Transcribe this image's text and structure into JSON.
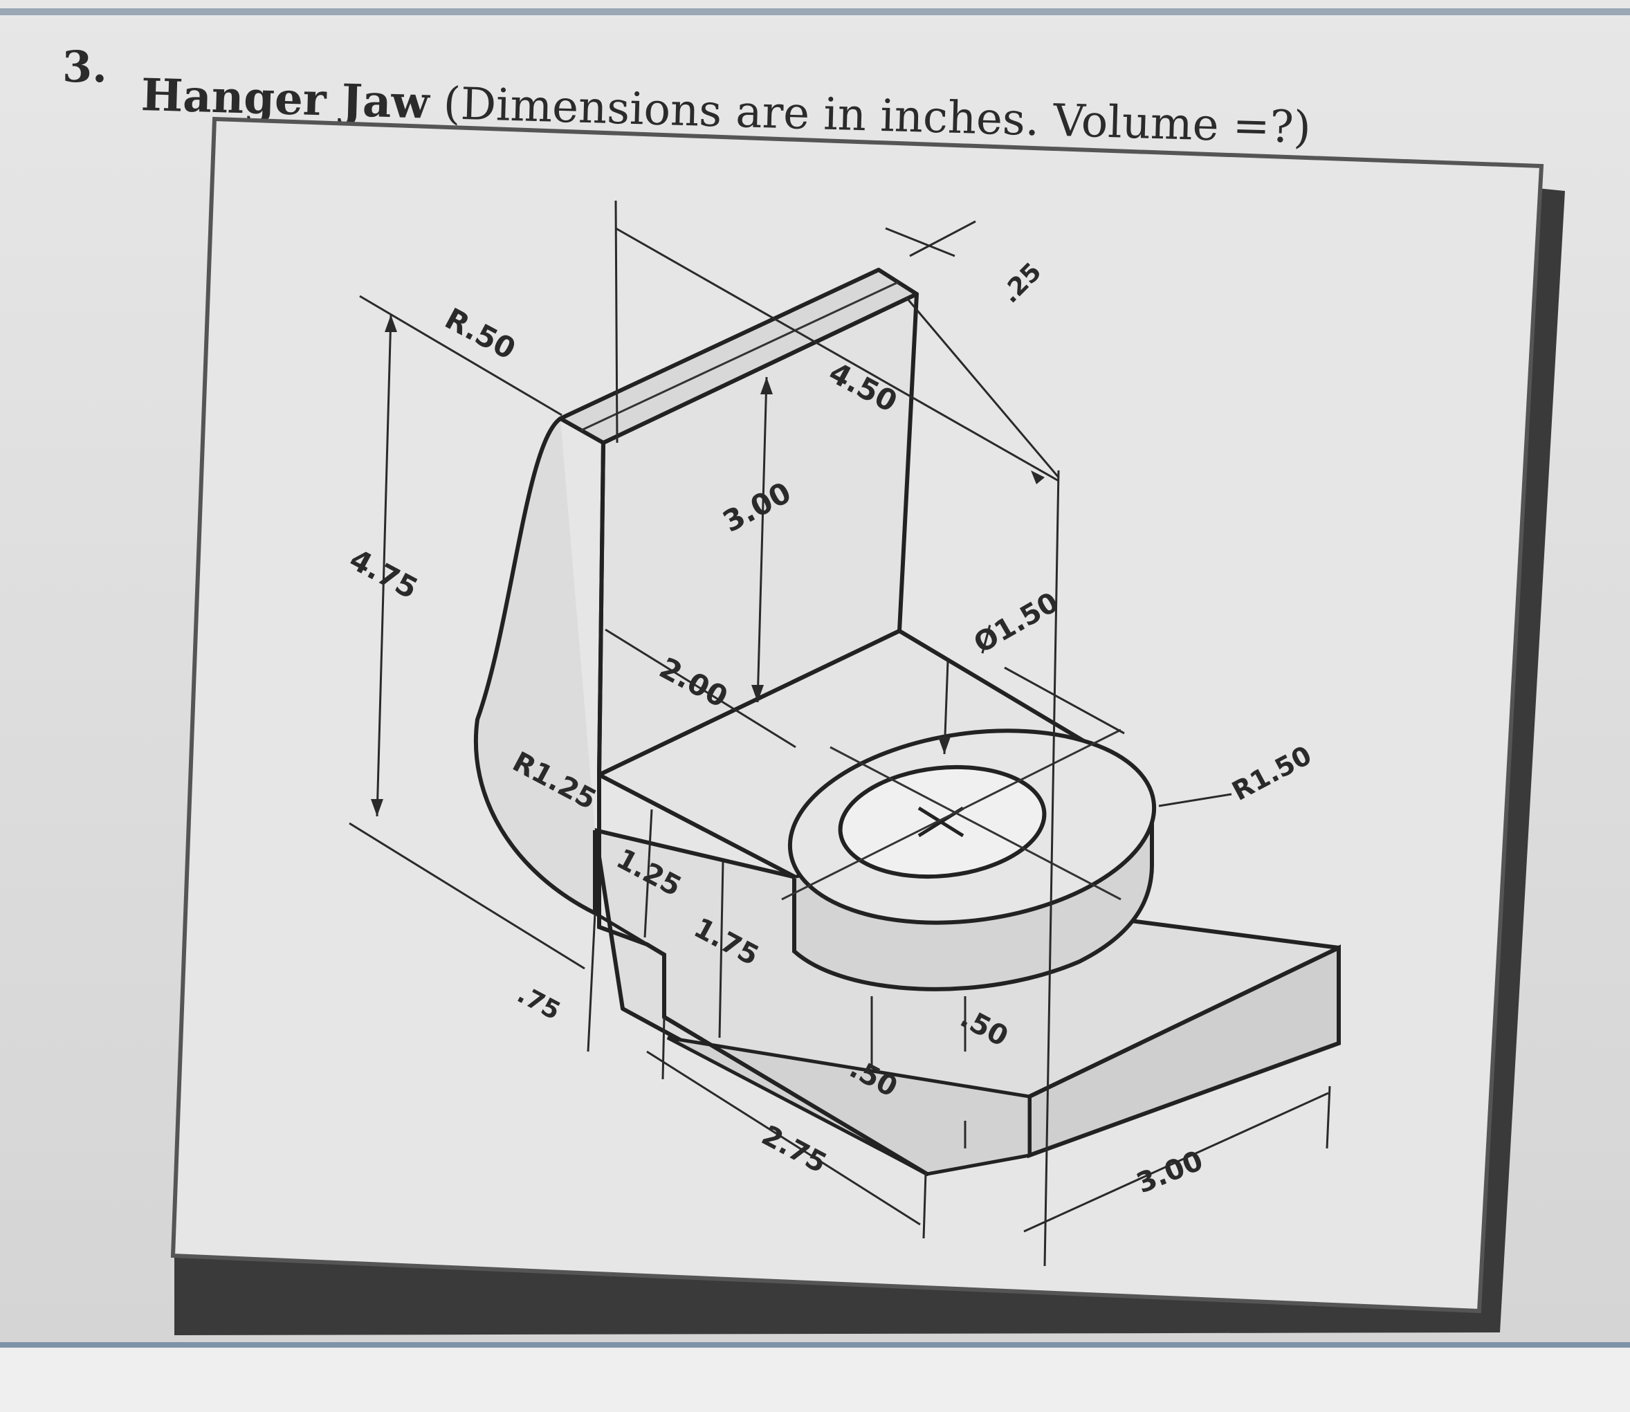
{
  "problem": {
    "number": "3.",
    "title": "Hanger Jaw",
    "subtitle": "(Dimensions are in inches. Volume =?)"
  },
  "diagram": {
    "description_units": "inches",
    "dimensions": {
      "top_fillet": "R.50",
      "upright_depth": "4.50",
      "upright_thickness": ".25",
      "total_height": "4.75",
      "upright_height": "3.00",
      "hole_diameter": "Ø1.50",
      "base_gap": "2.00",
      "inner_fillet": "R1.25",
      "boss_radius": "R1.50",
      "step_height_1": "1.25",
      "step_height_2": "1.75",
      "left_offset": ".75",
      "boss_height": ".50",
      "base_height": ".50",
      "base_width": "2.75",
      "base_length": "3.00"
    }
  }
}
